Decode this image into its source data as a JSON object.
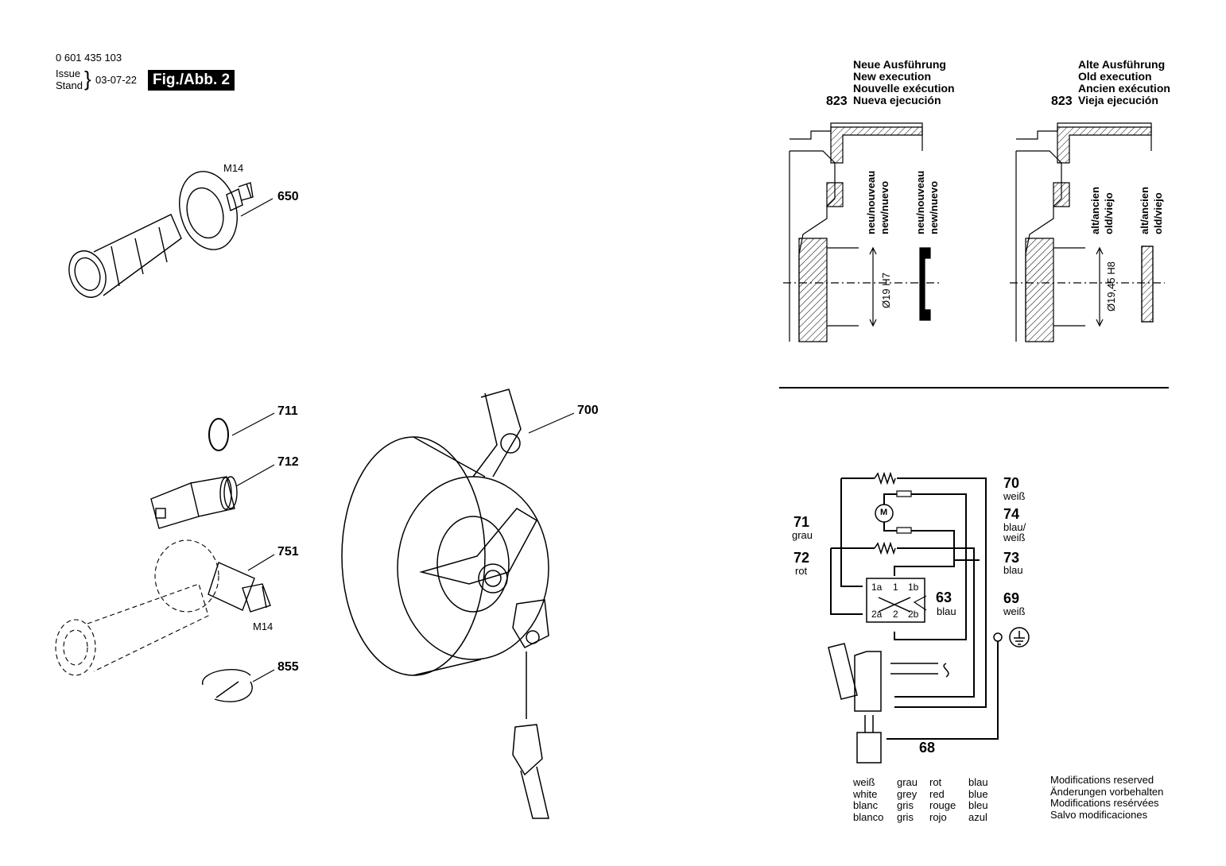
{
  "header": {
    "part_number": "0 601 435 103",
    "issue_label": "Issue",
    "stand_label": "Stand",
    "date": "03-07-22",
    "figure_label": "Fig./Abb. 2"
  },
  "parts": {
    "p650": "650",
    "p650_thread": "M14",
    "p711": "711",
    "p712": "712",
    "p751": "751",
    "p751_thread": "M14",
    "p855": "855",
    "p700": "700"
  },
  "execution_new": {
    "ref": "823",
    "lines": [
      "Neue Ausführung",
      "New execution",
      "Nouvelle exécution",
      "Nueva ejecución"
    ],
    "vertical_a": [
      "neu/nouveau",
      "new/nuevo"
    ],
    "vertical_b": [
      "neu/nouveau",
      "new/nuevo"
    ],
    "diameter": "Ø19 H7"
  },
  "execution_old": {
    "ref": "823",
    "lines": [
      "Alte Ausführung",
      "Old execution",
      "Ancien exécution",
      "Vieja ejecución"
    ],
    "vertical_a": [
      "alt/ancien",
      "old/viejo"
    ],
    "vertical_b": [
      "alt/ancien",
      "old/viejo"
    ],
    "diameter": "Ø19,45 H8"
  },
  "wiring": {
    "w70": {
      "num": "70",
      "color": "weiß"
    },
    "w71": {
      "num": "71",
      "color": "grau"
    },
    "w72": {
      "num": "72",
      "color": "rot"
    },
    "w74": {
      "num": "74",
      "color_a": "blau/",
      "color_b": "weiß"
    },
    "w73": {
      "num": "73",
      "color": "blau"
    },
    "w63": {
      "num": "63",
      "color": "blau"
    },
    "w69": {
      "num": "69",
      "color": "weiß"
    },
    "w68": {
      "num": "68"
    },
    "motor_label": "M",
    "terminals": [
      "1a",
      "1",
      "1b",
      "2a",
      "2",
      "2b"
    ]
  },
  "color_legend": [
    [
      "weiß",
      "white",
      "blanc",
      "blanco"
    ],
    [
      "grau",
      "grey",
      "gris",
      "gris"
    ],
    [
      "rot",
      "red",
      "rouge",
      "rojo"
    ],
    [
      "blau",
      "blue",
      "bleu",
      "azul"
    ]
  ],
  "modifications": [
    "Modifications reserved",
    "Änderungen vorbehalten",
    "Modifications resérvées",
    "Salvo modificaciones"
  ]
}
